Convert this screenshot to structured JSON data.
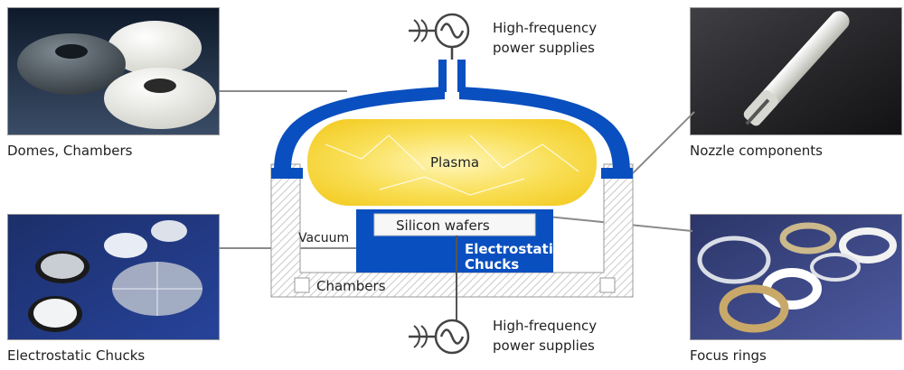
{
  "diagram": {
    "top_power_label_line1": "High-frequency",
    "top_power_label_line2": "power supplies",
    "bottom_power_label_line1": "High-frequency",
    "bottom_power_label_line2": "power supplies",
    "plasma_label": "Plasma",
    "silicon_label": "Silicon wafers",
    "vacuum_label": "Vacuum",
    "chuck_label_line1": "Electrostatic",
    "chuck_label_line2": "Chucks",
    "chamber_label": "Chambers"
  },
  "photos": {
    "domes_caption": "Domes, Chambers",
    "chucks_caption": "Electrostatic Chucks",
    "nozzle_caption": "Nozzle components",
    "rings_caption": "Focus rings"
  },
  "colors": {
    "brand_blue": "#0a4fbf",
    "plasma_yellow": "#f7d94a",
    "leader_gray": "#8a8a8a"
  }
}
